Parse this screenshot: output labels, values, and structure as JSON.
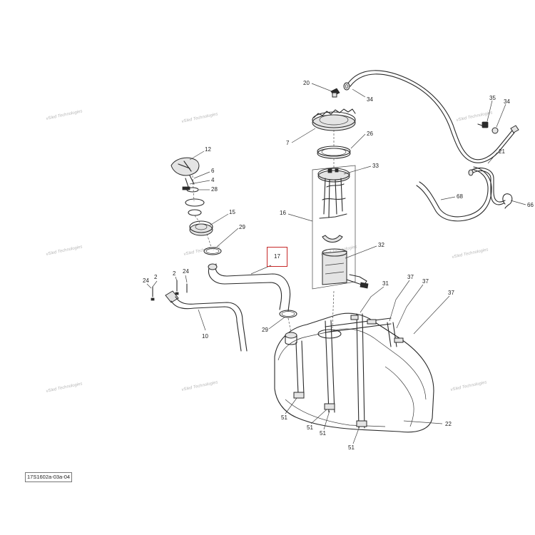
{
  "diagram": {
    "reference_code": "17S1602a-03a-04",
    "watermark_text": "vSled Technologies",
    "highlight_color": "#c62828",
    "highlighted_callout": "17",
    "callouts": {
      "c20": "20",
      "c34a": "34",
      "c35": "35",
      "c34b": "34",
      "c26": "26",
      "c7": "7",
      "c12": "12",
      "c6": "6",
      "c4": "4",
      "c28": "28",
      "c33": "33",
      "c21": "21",
      "c68": "68",
      "c66": "66",
      "c16": "16",
      "c15": "15",
      "c29a": "29",
      "c17": "17",
      "c32": "32",
      "c24a": "24",
      "c2a": "2",
      "c2b": "2",
      "c24b": "24",
      "c37a": "37",
      "c37b": "37",
      "c31": "31",
      "c37c": "37",
      "c10": "10",
      "c29b": "29",
      "c51a": "51",
      "c51b": "51",
      "c51c": "51",
      "c51d": "51",
      "c22": "22"
    }
  }
}
